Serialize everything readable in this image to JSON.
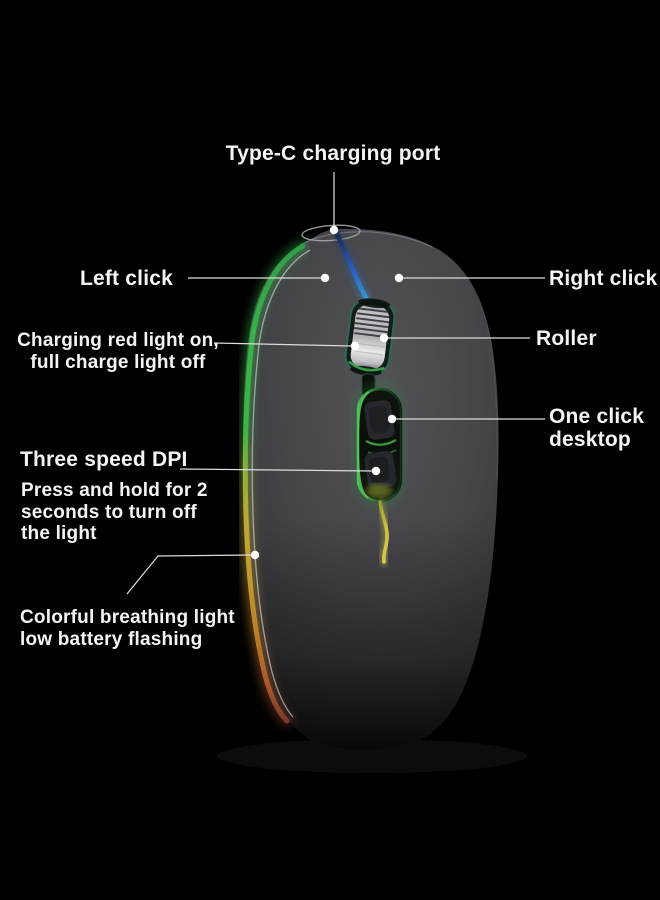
{
  "product": {
    "name": "wireless-mouse",
    "view": "top-three-quarter",
    "parts": [
      "type-c-port",
      "left-click-button",
      "right-click-button",
      "scroll-wheel",
      "charging-indicator-light",
      "one-click-desktop-button",
      "dpi-button",
      "rgb-light-strip",
      "light-wire"
    ]
  },
  "callouts": {
    "type_c": {
      "label": "Type-C charging port"
    },
    "left_click": {
      "label": "Left click"
    },
    "right_click": {
      "label": "Right click"
    },
    "charging_light": {
      "lines": [
        "Charging red light on,",
        "full charge light off"
      ]
    },
    "roller": {
      "label": "Roller"
    },
    "one_click_desktop": {
      "lines": [
        "One click",
        "desktop"
      ]
    },
    "three_speed_dpi": {
      "label": "Three speed DPI"
    },
    "press_and_hold": {
      "lines": [
        "Press and hold for 2",
        "seconds to turn off",
        "the light"
      ]
    },
    "breathing_light": {
      "lines": [
        "Colorful breathing light",
        "low battery flashing"
      ]
    }
  },
  "colors": {
    "background": "#000000",
    "label_text": "#f4f4f4",
    "leader_line": "#dcdcdc",
    "body_gray": "#46464a",
    "strip_green": "#38b24a",
    "strip_yellow": "#bcaa34",
    "strip_orange": "#bd7c2a",
    "seam_blue": "#2a62c8",
    "wheel_silver": "#c8c8cc",
    "panel_green": "#46b84e",
    "wire_yellow": "#d2c240"
  }
}
